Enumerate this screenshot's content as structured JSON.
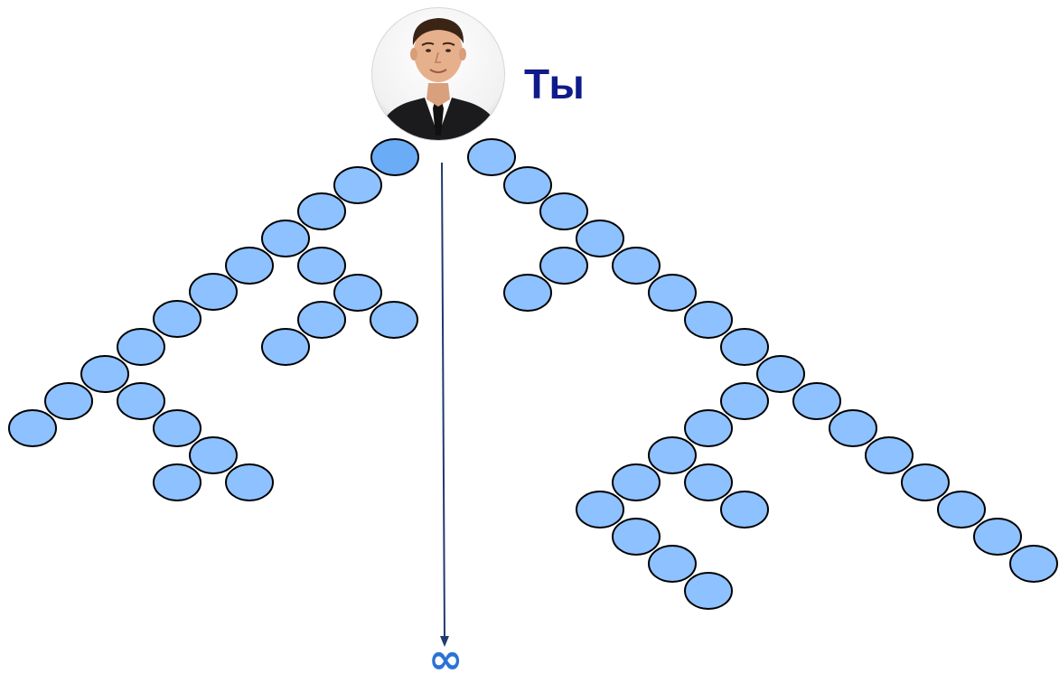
{
  "root": {
    "label": "Ты",
    "avatar": "person-in-suit-portrait"
  },
  "depth_marker": {
    "symbol": "∞",
    "arrow": "down-arrow"
  },
  "colors": {
    "node_fill": "#8ec1ff",
    "node_fill_top": "#6aacf6",
    "node_stroke": "#000000",
    "label": "#0f1b8a",
    "arrow": "#1f3b6e",
    "infinity": "#2a73d6"
  }
}
